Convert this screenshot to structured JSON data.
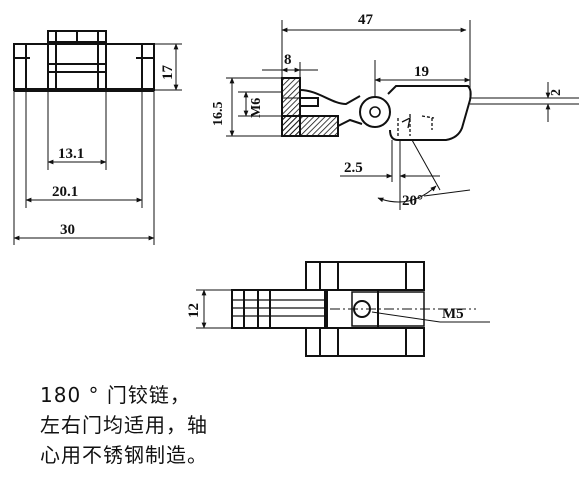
{
  "front_view": {
    "dim_height": "17",
    "dim_inner": "13.1",
    "dim_middle": "20.1",
    "dim_total": "30"
  },
  "side_view": {
    "dim_length": "47",
    "dim_thickness": "8",
    "dim_height": "16.5",
    "dim_thread": "M6",
    "dim_pivot": "19",
    "dim_offset": "2",
    "dim_gap": "2.5",
    "dim_angle": "20°"
  },
  "top_view": {
    "dim_height": "12",
    "dim_pin": "M5"
  },
  "caption": {
    "line1": "180 ° 门铰链，",
    "line2": "左右门均适用，轴",
    "line3": "心用不锈钢制造。"
  }
}
